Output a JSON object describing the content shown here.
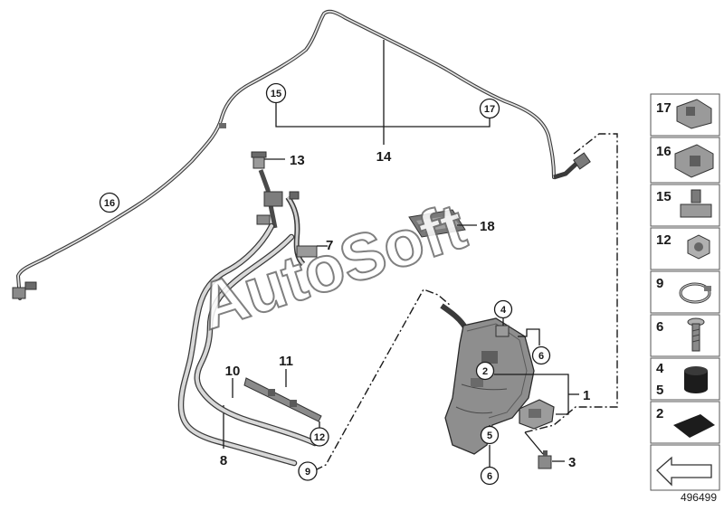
{
  "watermark": "AutoSoft",
  "diagram_number": "496499",
  "callouts": {
    "c1": "1",
    "c3": "3",
    "c7": "7",
    "c8": "8",
    "c10": "10",
    "c11": "11",
    "c13": "13",
    "c14": "14",
    "c18": "18"
  },
  "circled": {
    "c2": "2",
    "c4": "4",
    "c5": "5",
    "c6a": "6",
    "c6b": "6",
    "c9": "9",
    "c12": "12",
    "c15": "15",
    "c16": "16",
    "c17": "17"
  },
  "legend": [
    "17",
    "16",
    "15",
    "12",
    "9",
    "6",
    "4",
    "5",
    "2"
  ]
}
